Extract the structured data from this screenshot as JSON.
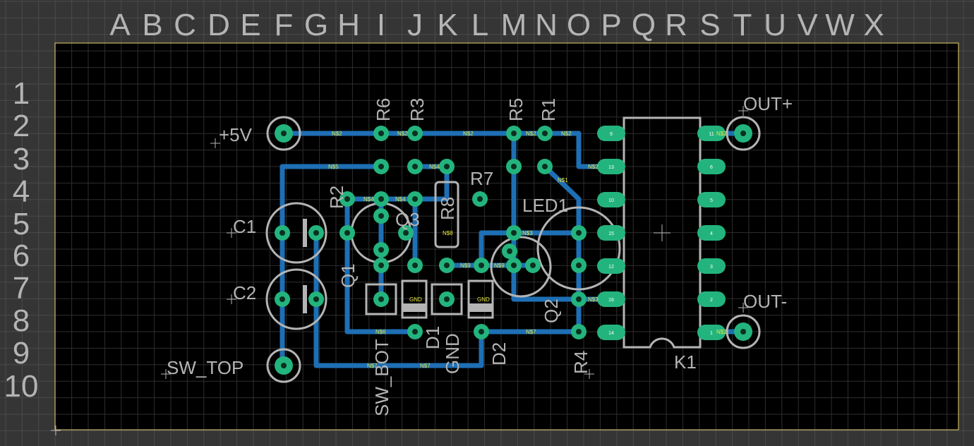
{
  "column_letters": [
    "A",
    "B",
    "C",
    "D",
    "E",
    "F",
    "G",
    "H",
    "I",
    "J",
    "K",
    "L",
    "M",
    "N",
    "O",
    "P",
    "Q",
    "R",
    "S",
    "T",
    "U",
    "V",
    "W",
    "X"
  ],
  "row_numbers": [
    "1",
    "2",
    "3",
    "4",
    "5",
    "6",
    "7",
    "8",
    "9",
    "10"
  ],
  "designators": {
    "r6": "R6",
    "r3": "R3",
    "r5": "R5",
    "r1": "R1",
    "r7": "R7",
    "r8": "R8",
    "r2": "R2",
    "r4": "R4",
    "c1": "C1",
    "c2": "C2",
    "q1": "Q1",
    "q2": "Q2",
    "q3": "Q3",
    "led1": "LED1",
    "d1": "D1",
    "d2": "D2",
    "k1": "K1"
  },
  "connectors": {
    "plus5v": "+5V",
    "sw_top": "SW_TOP",
    "sw_bot": "SW_BOT",
    "gnd": "GND",
    "out_plus": "OUT+",
    "out_minus": "OUT-"
  },
  "nets": {
    "n32": "N$2",
    "n33": "N$3",
    "n34": "N$4",
    "n35": "N$5",
    "n36": "N$6",
    "n37": "N$7",
    "n38": "N$8",
    "n39": "N$9",
    "n31": "N$1",
    "gnd": "GND"
  },
  "relay_pins": {
    "left": [
      "9",
      "13",
      "10",
      "15",
      "12",
      "16",
      "14"
    ],
    "right": [
      "11",
      "6",
      "5",
      "4",
      "3",
      "2",
      "1"
    ]
  },
  "colors": {
    "background": "#353535",
    "board": "#000000",
    "outline": "#c8b464",
    "trace": "#1e6fb4",
    "pad": "#23b47d",
    "silkscreen": "#b4b4b4",
    "net_label": "#e6e63c",
    "grid": "#4a4a4a"
  }
}
